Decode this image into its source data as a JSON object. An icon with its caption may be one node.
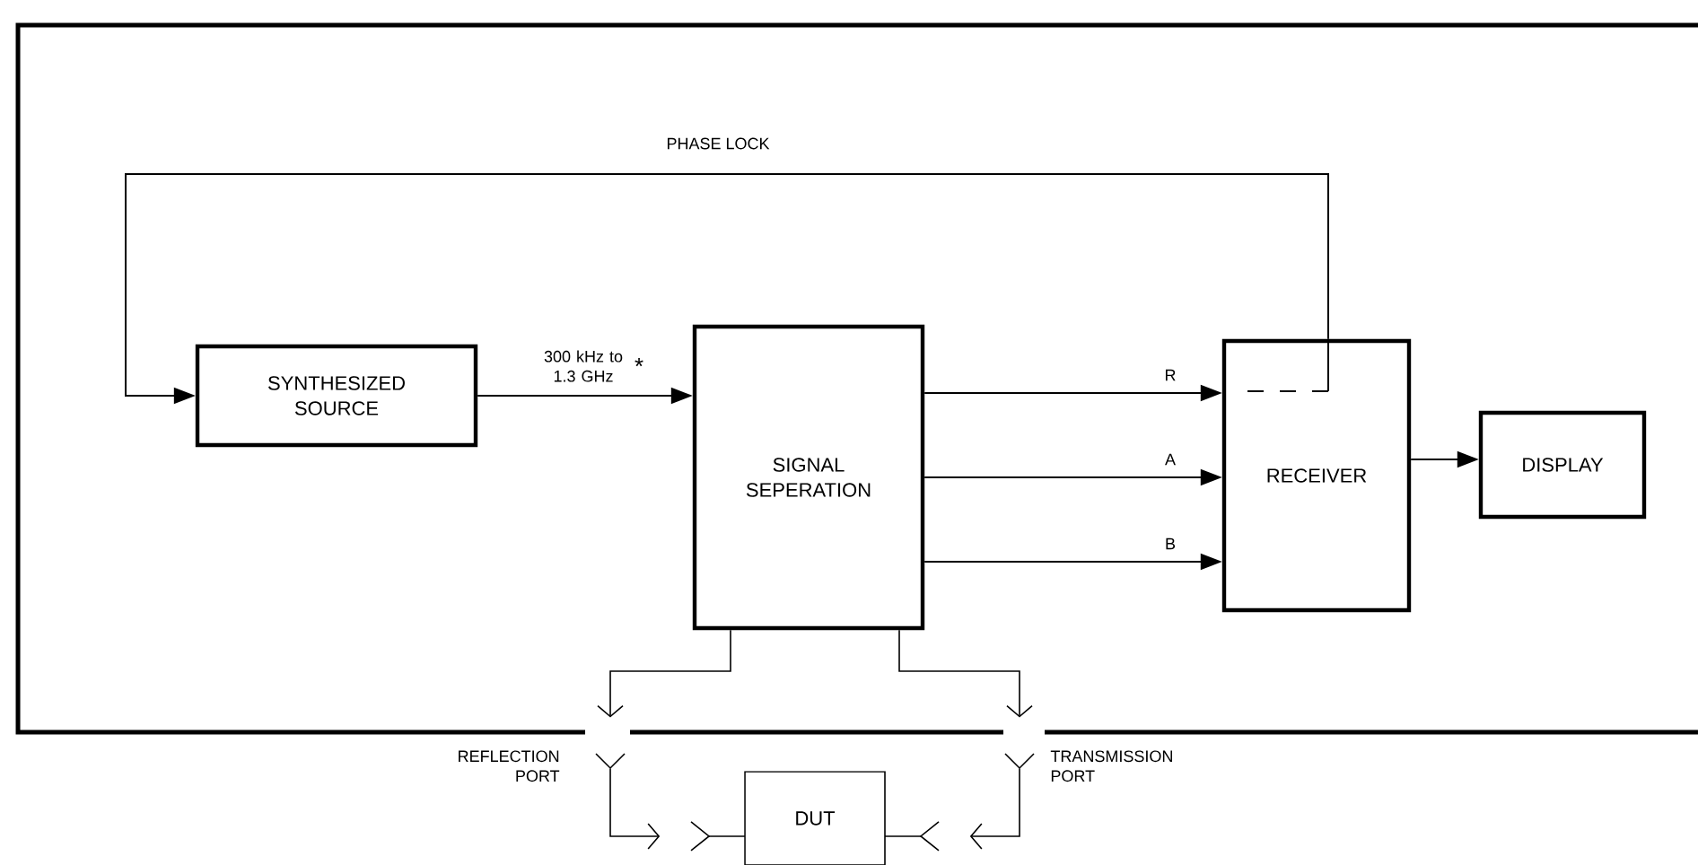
{
  "diagram": {
    "nodes": [
      {
        "text": [],
        "shape": "box"
      },
      {
        "text": [
          "SYNTHESIZED SOURCE"
        ],
        "in": 0
      },
      {
        "text": [
          "SIGNAL SEPERATION"
        ],
        "in": 0
      },
      {
        "text": [
          "RECEIVER"
        ],
        "in": 0
      },
      {
        "text": [
          "DISPLAY"
        ],
        "in": 0
      },
      {
        "text": [
          "REFLECTION PORT"
        ]
      },
      {
        "text": [
          "TRANSMISSION PORT"
        ]
      },
      {
        "text": [
          "DUT"
        ]
      }
    ],
    "edges": [
      {
        "from": 1,
        "to": 2,
        "arrow": "to",
        "label": "300 kHz to 1.3 GHz"
      },
      {
        "from": 2,
        "to": 3,
        "arrow": "to",
        "label": "R"
      },
      {
        "from": 2,
        "to": 3,
        "arrow": "to",
        "label": "A"
      },
      {
        "from": 2,
        "to": 3,
        "arrow": "to",
        "label": "B"
      },
      {
        "from": 3,
        "to": 4,
        "arrow": "to"
      },
      {
        "from": 3,
        "to": 1,
        "arrow": "to",
        "label": "PHASE LOCK"
      },
      {
        "from": 2,
        "to": 5,
        "arrow": "to"
      },
      {
        "from": 5,
        "to": 7,
        "arrow": "to"
      },
      {
        "from": 2,
        "to": 6,
        "arrow": "to"
      },
      {
        "from": 6,
        "to": 7,
        "arrow": "to"
      }
    ],
    "labels": [
      "*"
    ]
  }
}
